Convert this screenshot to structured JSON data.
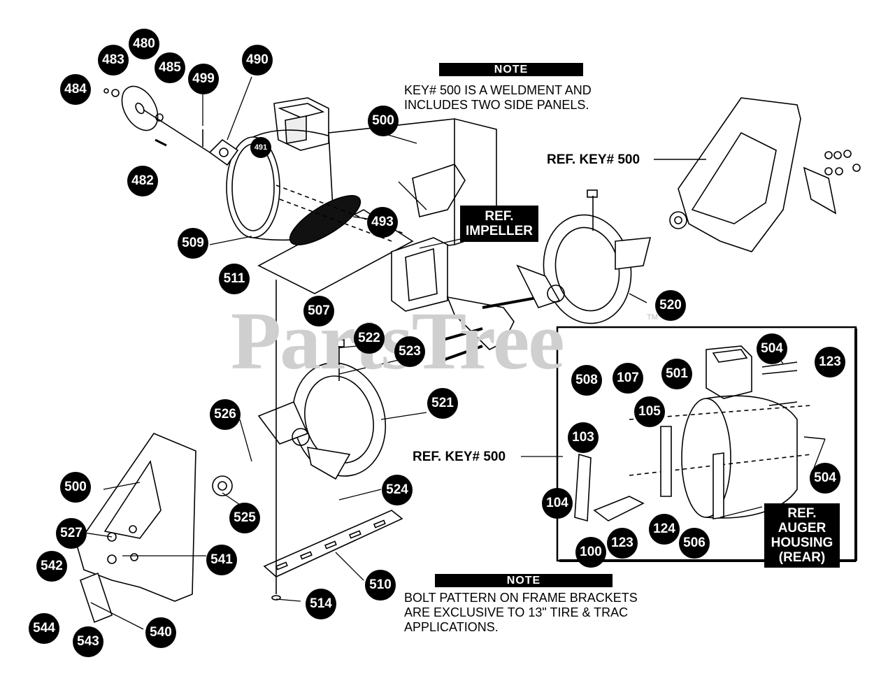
{
  "watermark": "PartsTree",
  "trademark": "TM",
  "note1": {
    "heading": "NOTE",
    "text": "KEY# 500 IS A WELDMENT AND\nINCLUDES TWO SIDE PANELS."
  },
  "note2": {
    "heading": "NOTE",
    "text": "BOLT PATTERN ON FRAME BRACKETS\nARE EXCLUSIVE TO 13\" TIRE & TRAC\nAPPLICATIONS."
  },
  "ref_labels": {
    "ref_key_top": "REF. KEY# 500",
    "ref_key_mid": "REF. KEY# 500",
    "ref_impeller": "REF.\nIMPELLER",
    "ref_auger_housing": "REF.\nAUGER\nHOUSING\n(REAR)"
  },
  "callouts": {
    "c480": "480",
    "c483": "483",
    "c484": "484",
    "c485": "485",
    "c499": "499",
    "c490": "490",
    "c491": "491",
    "c482": "482",
    "c500a": "500",
    "c493": "493",
    "c509": "509",
    "c511": "511",
    "c507": "507",
    "c520": "520",
    "c522": "522",
    "c523": "523",
    "c521": "521",
    "c526": "526",
    "c500b": "500",
    "c525": "525",
    "c527": "527",
    "c541": "541",
    "c542": "542",
    "c544": "544",
    "c543": "543",
    "c540": "540",
    "c510": "510",
    "c514": "514",
    "c524": "524",
    "c504a": "504",
    "c123a": "123",
    "c508": "508",
    "c107": "107",
    "c501": "501",
    "c105": "105",
    "c103": "103",
    "c104": "104",
    "c100": "100",
    "c123b": "123",
    "c124": "124",
    "c506": "506",
    "c504b": "504"
  }
}
